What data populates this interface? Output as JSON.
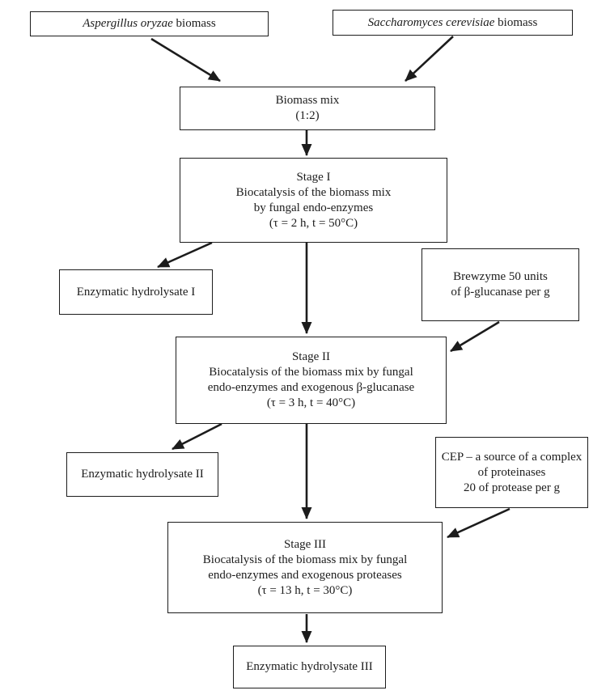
{
  "page": {
    "background_color": "#ffffff",
    "text_color": "#1c1c1c",
    "line_color": "#1c1c1c"
  },
  "nodes": {
    "aspergillus_biomass": {
      "species": "Aspergillus oryzae",
      "suffix": " biomass"
    },
    "saccharomyces_biomass": {
      "species": "Saccharomyces cerevisiae",
      "suffix": " biomass"
    },
    "biomass_mix": {
      "lines": [
        "Biomass mix",
        "(1:2)"
      ]
    },
    "stage1": {
      "lines": [
        "Stage I",
        "Biocatalysis of the biomass mix",
        "by fungal endo-enzymes",
        "(τ = 2 h, t = 50°C)"
      ]
    },
    "enzymatic_hydrolysate_1": {
      "label": "Enzymatic hydrolysate I"
    },
    "brewzyme": {
      "lines": [
        "Brewzyme 50 units",
        "of β-glucanase per g"
      ]
    },
    "stage2": {
      "lines": [
        "Stage II",
        "Biocatalysis of the biomass mix by fungal",
        "endo-enzymes and exogenous β-glucanase",
        "(τ = 3 h, t = 40°C)"
      ]
    },
    "enzymatic_hydrolysate_2": {
      "label": "Enzymatic hydrolysate II"
    },
    "cep": {
      "lines": [
        "CEP – a source of a complex",
        "of proteinases",
        "20 of protease per g"
      ]
    },
    "stage3": {
      "lines": [
        "Stage III",
        "Biocatalysis of the biomass mix by fungal",
        "endo-enzymes and exogenous proteases",
        "(τ = 13 h, t = 30°C)"
      ]
    },
    "enzymatic_hydrolysate_3": {
      "label": "Enzymatic hydrolysate III"
    }
  }
}
